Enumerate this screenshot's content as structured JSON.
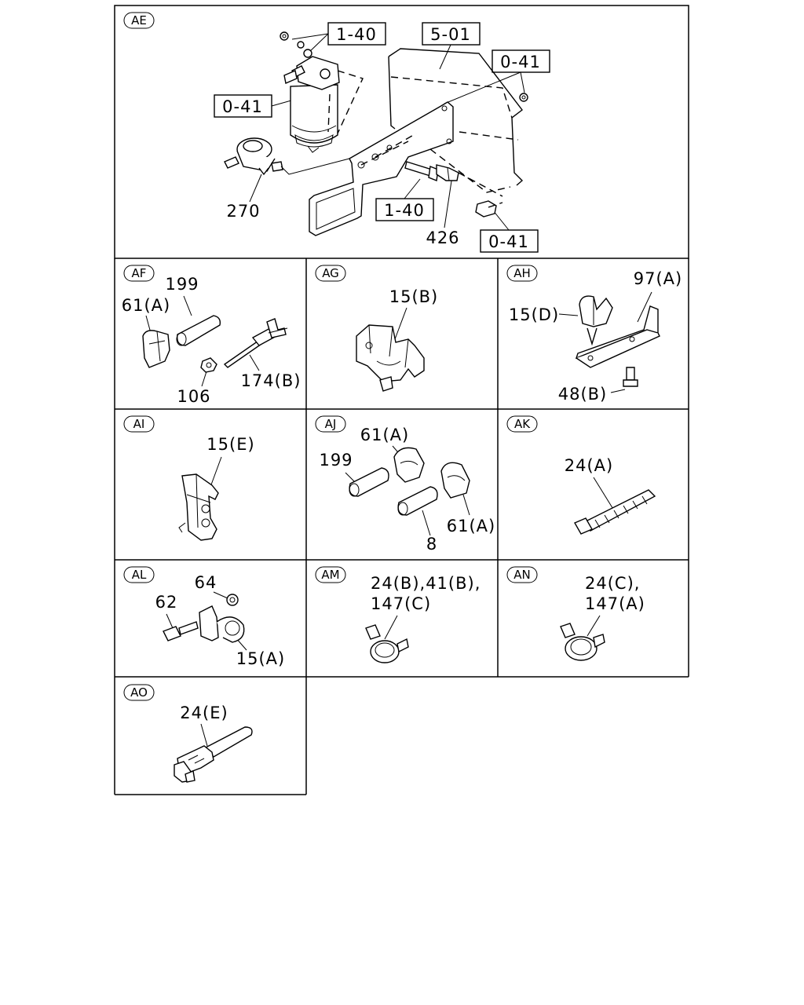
{
  "sections": {
    "ae": {
      "id": "AE",
      "labels": {
        "ref_1_40_top": "1-40",
        "ref_5_01": "5-01",
        "ref_0_41_right": "0-41",
        "ref_0_41_left": "0-41",
        "part_270": "270",
        "ref_1_40_bottom": "1-40",
        "part_426": "426",
        "ref_0_41_bottom": "0-41"
      }
    },
    "af": {
      "id": "AF",
      "labels": {
        "p199": "199",
        "p61a": "61(A)",
        "p106": "106",
        "p174b": "174(B)"
      }
    },
    "ag": {
      "id": "AG",
      "labels": {
        "p15b": "15(B)"
      }
    },
    "ah": {
      "id": "AH",
      "labels": {
        "p97a": "97(A)",
        "p15d": "15(D)",
        "p48b": "48(B)"
      }
    },
    "ai": {
      "id": "AI",
      "labels": {
        "p15e": "15(E)"
      }
    },
    "aj": {
      "id": "AJ",
      "labels": {
        "p61a_top": "61(A)",
        "p199": "199",
        "p61a_right": "61(A)",
        "p8": "8"
      }
    },
    "ak": {
      "id": "AK",
      "labels": {
        "p24a": "24(A)"
      }
    },
    "al": {
      "id": "AL",
      "labels": {
        "p64": "64",
        "p62": "62",
        "p15a": "15(A)"
      }
    },
    "am": {
      "id": "AM",
      "labels": {
        "line1": "24(B),41(B),",
        "line2": "147(C)"
      }
    },
    "an": {
      "id": "AN",
      "labels": {
        "line1": "24(C),",
        "line2": "147(A)"
      }
    },
    "ao": {
      "id": "AO",
      "labels": {
        "p24e": "24(E)"
      }
    }
  }
}
